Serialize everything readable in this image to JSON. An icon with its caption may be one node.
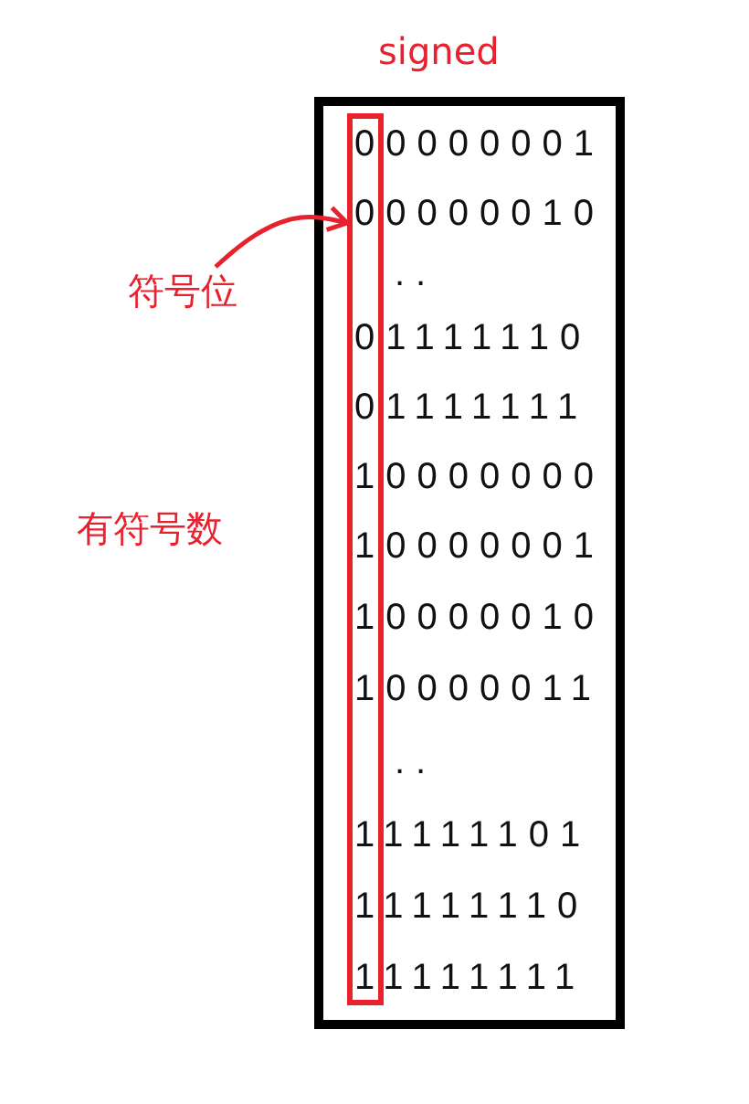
{
  "diagram": {
    "title": "signed",
    "nodes": [
      {
        "text": [
          "00000001",
          "00000010",
          "..",
          "01111110",
          "01111111",
          "10000000",
          "10000001",
          "10000010",
          "10000011",
          "..",
          "11111101",
          "11111110",
          "11111111"
        ]
      },
      {
        "text": [],
        "shape": "box",
        "in": 0
      },
      {
        "text": [
          "符号位"
        ]
      }
    ],
    "edges": [
      {
        "from": 2,
        "to": 1,
        "arrow": "to",
        "color": "#e8212e"
      }
    ],
    "labels": [
      "有符号数"
    ]
  }
}
